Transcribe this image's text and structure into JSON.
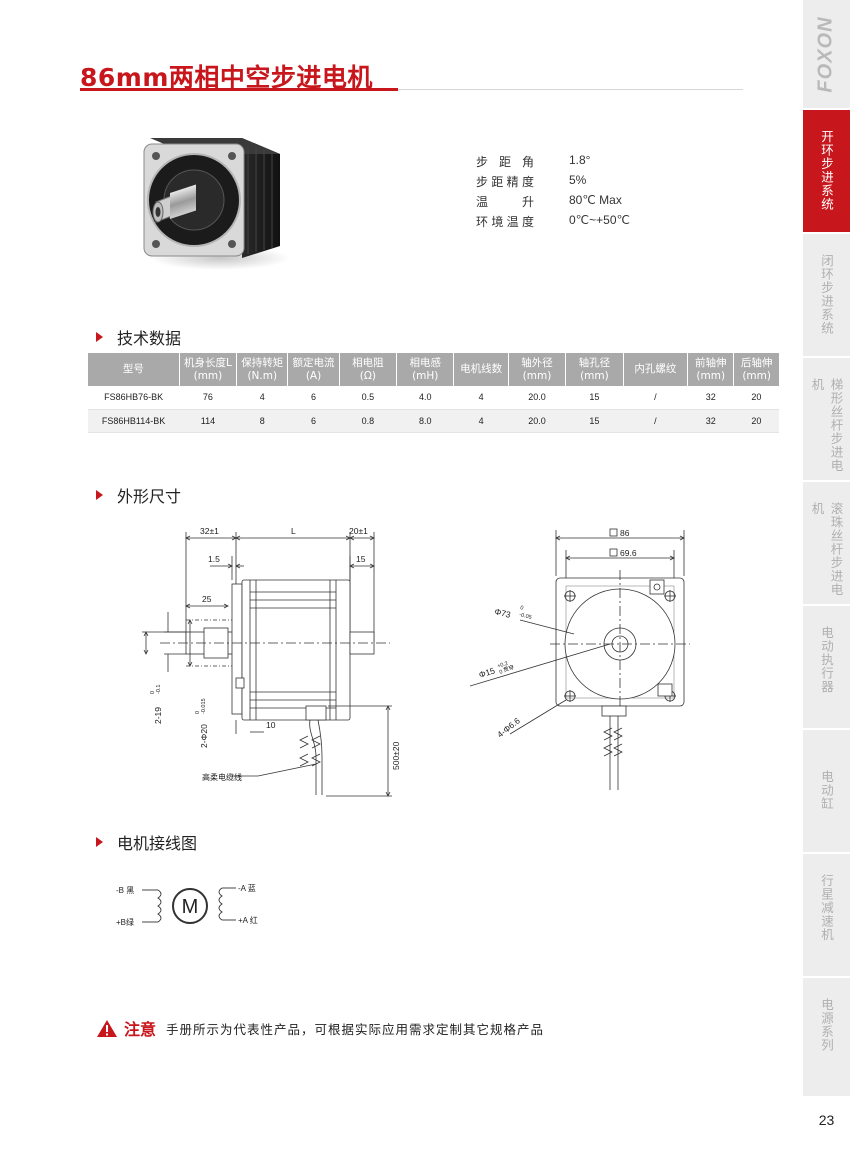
{
  "page": {
    "title": "86mm两相中空步进电机",
    "number": "23",
    "brand": "FOXON"
  },
  "sidebar": {
    "tabs": [
      {
        "label": "开环步进系统",
        "active": true
      },
      {
        "label": "闭环步进系统",
        "active": false
      },
      {
        "label": "梯形丝杆步进电机",
        "active": false
      },
      {
        "label": "滚珠丝杆步进电机",
        "active": false
      },
      {
        "label": "电动执行器",
        "active": false
      },
      {
        "label": "电动缸",
        "active": false
      },
      {
        "label": "行星减速机",
        "active": false
      },
      {
        "label": "电源系列",
        "active": false
      }
    ]
  },
  "specs": [
    {
      "label": "步距角",
      "value": "1.8°"
    },
    {
      "label": "步距精度",
      "value": "5%"
    },
    {
      "label": "温升",
      "value": "80℃ Max"
    },
    {
      "label": "环境温度",
      "value": "0℃~+50℃"
    }
  ],
  "sections": {
    "tech": "技术数据",
    "dims": "外形尺寸",
    "wiring": "电机接线图"
  },
  "table": {
    "headers": [
      [
        "型号",
        ""
      ],
      [
        "机身长度L",
        "(mm)"
      ],
      [
        "保持转矩",
        "(N.m)"
      ],
      [
        "额定电流",
        "(A)"
      ],
      [
        "相电阻",
        "(Ω)"
      ],
      [
        "相电感",
        "(mH)"
      ],
      [
        "电机线数",
        ""
      ],
      [
        "轴外径",
        "(mm)"
      ],
      [
        "轴孔径",
        "(mm)"
      ],
      [
        "内孔螺纹",
        ""
      ],
      [
        "前轴伸",
        "(mm)"
      ],
      [
        "后轴伸",
        "(mm)"
      ]
    ],
    "rows": [
      [
        "FS86HB76-BK",
        "76",
        "4",
        "6",
        "0.5",
        "4.0",
        "4",
        "20.0",
        "15",
        "/",
        "32",
        "20"
      ],
      [
        "FS86HB114-BK",
        "114",
        "8",
        "6",
        "0.8",
        "8.0",
        "4",
        "20.0",
        "15",
        "/",
        "32",
        "20"
      ]
    ]
  },
  "dimensions": {
    "side": {
      "d1": "32±1",
      "d2": "L",
      "d3": "20±1",
      "d4": "1.5",
      "d5": "15",
      "d6": "25",
      "d7": "10",
      "d8": "500±20",
      "v1": "2-19",
      "v1_tol_top": "0",
      "v1_tol_bot": "-0.1",
      "v2": "2-Φ20",
      "v2_tol_top": "0",
      "v2_tol_bot": "-0.015",
      "cable": "高柔电缆线"
    },
    "front": {
      "sq1": "86",
      "sq2": "69.6",
      "pilot": "Φ73",
      "pilot_tol_top": "0",
      "pilot_tol_bot": "-0.05",
      "bore": "Φ15",
      "bore_tol_top": "+0.2",
      "bore_tol_bot": "0",
      "bore_note": "贯穿",
      "holes": "4-Φ6.6"
    }
  },
  "wiring": {
    "motor": "M",
    "leads": [
      {
        "label": "-B 黑"
      },
      {
        "label": "+B绿"
      },
      {
        "label": "-A 蓝"
      },
      {
        "label": "+A 红"
      }
    ]
  },
  "notice": {
    "head": "注意",
    "text": "手册所示为代表性产品，可根据实际应用需求定制其它规格产品"
  }
}
